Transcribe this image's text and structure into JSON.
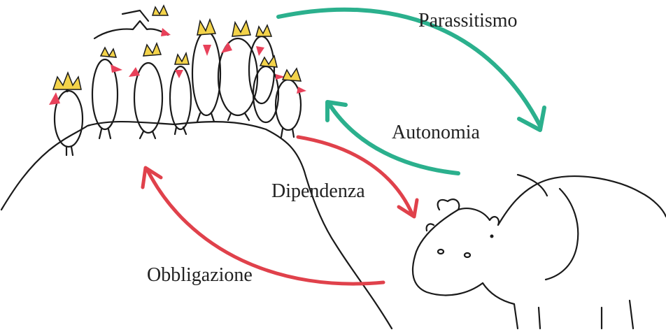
{
  "labels": {
    "parassitismo": "Parassitismo",
    "autonomia": "Autonomia",
    "dipendenza": "Dipendenza",
    "obbligazione": "Obbligazione"
  },
  "colors": {
    "green_arrow": "#2bb08d",
    "red_arrow": "#e0414b",
    "crown": "#f3d34a",
    "beak": "#e8415a"
  }
}
